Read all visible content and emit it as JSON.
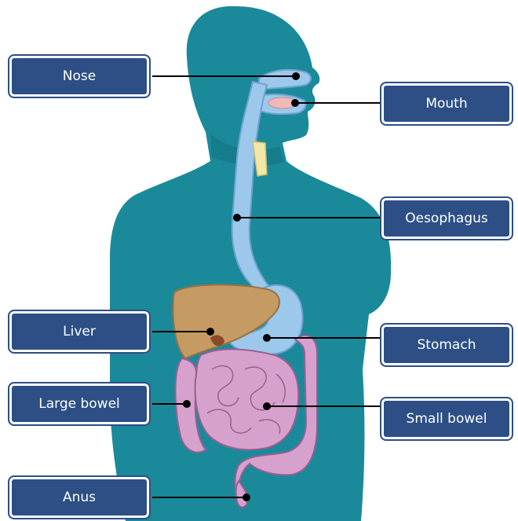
{
  "labels": {
    "nose": "Nose",
    "mouth": "Mouth",
    "oesophagus": "Oesophagus",
    "liver": "Liver",
    "stomach": "Stomach",
    "large_bowel": "Large bowel",
    "small_bowel": "Small bowel",
    "anus": "Anus"
  },
  "colors": {
    "body": "#1a8a9a",
    "body_shadow": "#136f7c",
    "tract": "#9cc8ec",
    "tract_outline": "#6fa2cf",
    "liver": "#c69a63",
    "liver_outline": "#9a7242",
    "intestine": "#d6a1cc",
    "intestine_outline": "#9a5f92",
    "larynx": "#f1e7a6",
    "label_bg": "#2d4f86",
    "leader_line": "#000000"
  }
}
